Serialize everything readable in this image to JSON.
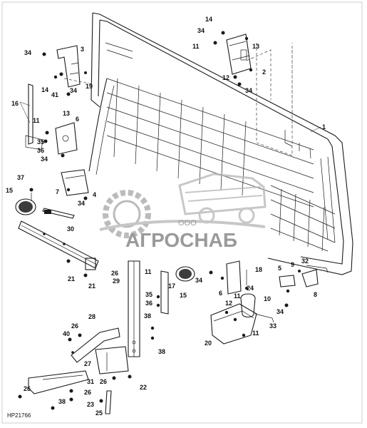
{
  "figure_code": "HP21766",
  "watermark": {
    "company_form": "ООО",
    "brand": "АГРОСНАБ"
  },
  "callouts": [
    {
      "id": "c1",
      "label": "1"
    },
    {
      "id": "c2",
      "label": "2"
    },
    {
      "id": "c3",
      "label": "3"
    },
    {
      "id": "c4",
      "label": "4"
    },
    {
      "id": "c5",
      "label": "5"
    },
    {
      "id": "c6a",
      "label": "6"
    },
    {
      "id": "c6b",
      "label": "6"
    },
    {
      "id": "c7",
      "label": "7"
    },
    {
      "id": "c8",
      "label": "8"
    },
    {
      "id": "c9",
      "label": "9"
    },
    {
      "id": "c10",
      "label": "10"
    },
    {
      "id": "c11a",
      "label": "11"
    },
    {
      "id": "c11b",
      "label": "11"
    },
    {
      "id": "c11c",
      "label": "11"
    },
    {
      "id": "c11d",
      "label": "11"
    },
    {
      "id": "c11e",
      "label": "11"
    },
    {
      "id": "c12a",
      "label": "12"
    },
    {
      "id": "c12b",
      "label": "12"
    },
    {
      "id": "c13a",
      "label": "13"
    },
    {
      "id": "c13b",
      "label": "13"
    },
    {
      "id": "c14a",
      "label": "14"
    },
    {
      "id": "c14b",
      "label": "14"
    },
    {
      "id": "c15a",
      "label": "15"
    },
    {
      "id": "c15b",
      "label": "15"
    },
    {
      "id": "c16",
      "label": "16"
    },
    {
      "id": "c17",
      "label": "17"
    },
    {
      "id": "c18",
      "label": "18"
    },
    {
      "id": "c19",
      "label": "19"
    },
    {
      "id": "c20",
      "label": "20"
    },
    {
      "id": "c21a",
      "label": "21"
    },
    {
      "id": "c21b",
      "label": "21"
    },
    {
      "id": "c22",
      "label": "22"
    },
    {
      "id": "c23",
      "label": "23"
    },
    {
      "id": "c24",
      "label": "24"
    },
    {
      "id": "c25",
      "label": "25"
    },
    {
      "id": "c26a",
      "label": "26"
    },
    {
      "id": "c26b",
      "label": "26"
    },
    {
      "id": "c26c",
      "label": "26"
    },
    {
      "id": "c26d",
      "label": "26"
    },
    {
      "id": "c26e",
      "label": "26"
    },
    {
      "id": "c27",
      "label": "27"
    },
    {
      "id": "c28",
      "label": "28"
    },
    {
      "id": "c29",
      "label": "29"
    },
    {
      "id": "c30",
      "label": "30"
    },
    {
      "id": "c31",
      "label": "31"
    },
    {
      "id": "c32",
      "label": "32"
    },
    {
      "id": "c33",
      "label": "33"
    },
    {
      "id": "c34a",
      "label": "34"
    },
    {
      "id": "c34b",
      "label": "34"
    },
    {
      "id": "c34c",
      "label": "34"
    },
    {
      "id": "c34d",
      "label": "34"
    },
    {
      "id": "c34e",
      "label": "34"
    },
    {
      "id": "c34f",
      "label": "34"
    },
    {
      "id": "c34g",
      "label": "34"
    },
    {
      "id": "c34h",
      "label": "34"
    },
    {
      "id": "c35a",
      "label": "35"
    },
    {
      "id": "c35b",
      "label": "35"
    },
    {
      "id": "c36a",
      "label": "36"
    },
    {
      "id": "c36b",
      "label": "36"
    },
    {
      "id": "c37",
      "label": "37"
    },
    {
      "id": "c38a",
      "label": "38"
    },
    {
      "id": "c38b",
      "label": "38"
    },
    {
      "id": "c38c",
      "label": "38"
    },
    {
      "id": "c40",
      "label": "40"
    },
    {
      "id": "c41",
      "label": "41"
    }
  ]
}
